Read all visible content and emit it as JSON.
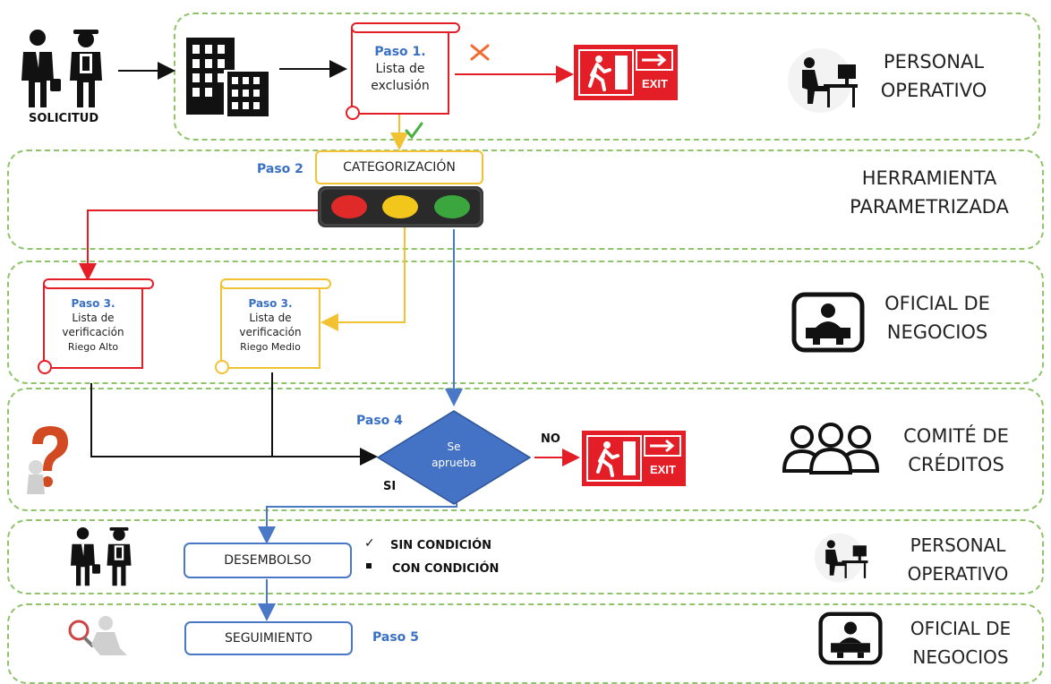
{
  "lanes": [
    {
      "role_line1": "PERSONAL",
      "role_line2": "OPERATIVO"
    },
    {
      "role_line1": "HERRAMIENTA",
      "role_line2": "PARAMETRIZADA"
    },
    {
      "role_line1": "OFICIAL DE",
      "role_line2": "NEGOCIOS"
    },
    {
      "role_line1": "COMITÉ DE",
      "role_line2": "CRÉDITOS"
    },
    {
      "role_line1": "PERSONAL",
      "role_line2": "OPERATIVO"
    },
    {
      "role_line1": "OFICIAL DE",
      "role_line2": "NEGOCIOS"
    }
  ],
  "solicitud_label": "SOLICITUD",
  "paso1": {
    "step": "Paso 1.",
    "line1": "Lista de",
    "line2": "exclusión"
  },
  "paso2": {
    "step": "Paso 2",
    "box": "CATEGORIZACIÓN"
  },
  "paso3_alto": {
    "step": "Paso 3.",
    "line1": "Lista de",
    "line2": "verificación",
    "line3": "Riego Alto"
  },
  "paso3_medio": {
    "step": "Paso 3.",
    "line1": "Lista de",
    "line2": "verificación",
    "line3": "Riego Medio"
  },
  "paso4": {
    "step": "Paso 4",
    "line1": "Se",
    "line2": "aprueba",
    "no_label": "NO",
    "si_label": "SI"
  },
  "desembolso": {
    "box": "DESEMBOLSO",
    "opt1": "SIN CONDICIÓN",
    "opt2": "CON CONDICIÓN"
  },
  "seguimiento": {
    "box": "SEGUIMIENTO",
    "step": "Paso 5"
  },
  "exit_label": "EXIT",
  "colors": {
    "lane_border": "#8fc46a",
    "red": "#e41e26",
    "yellow": "#f2c232",
    "blue": "#4a78c6",
    "diamond": "#4472c4",
    "green": "#46b041",
    "step_text": "#3a70c4"
  },
  "icons": [
    "businessmen-icon",
    "buildings-icon",
    "exit-sign-icon",
    "office-worker-icon",
    "traffic-light-icon",
    "business-officer-icon",
    "question-person-icon",
    "committee-group-icon",
    "magnifier-person-icon",
    "x-mark-icon",
    "check-mark-icon"
  ]
}
